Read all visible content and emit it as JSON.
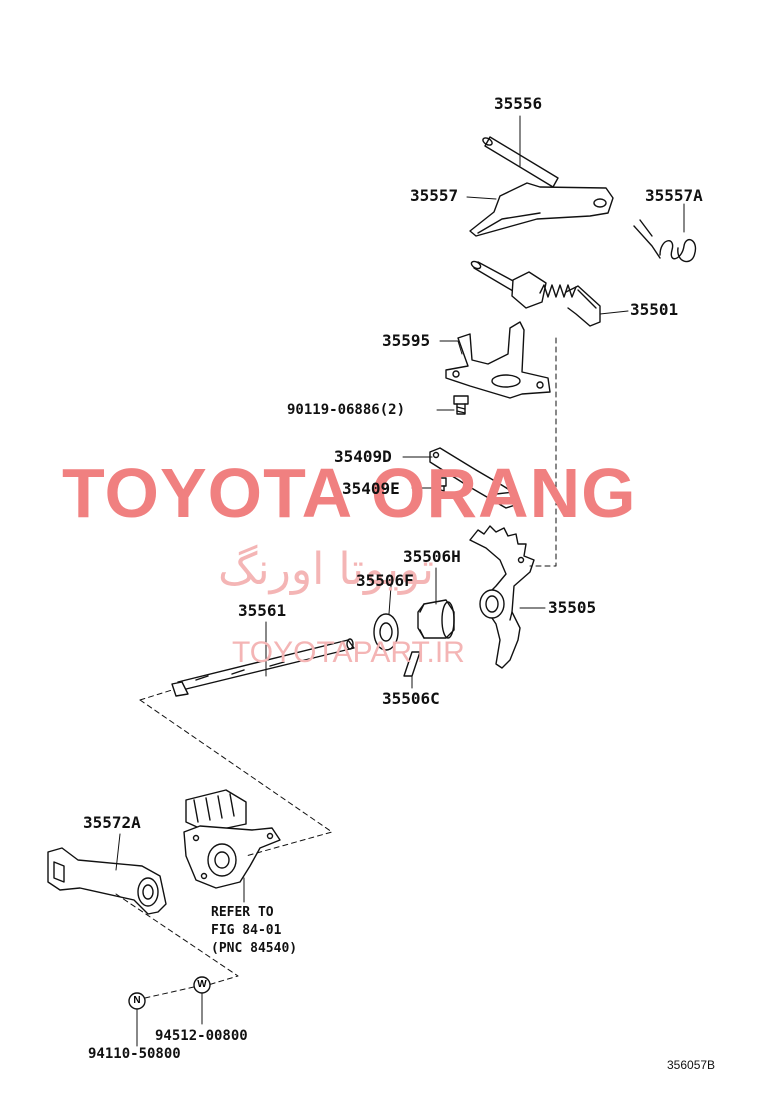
{
  "diagram": {
    "part_labels": {
      "p35556": "35556",
      "p35557": "35557",
      "p35557A": "35557A",
      "p35501": "35501",
      "p35595": "35595",
      "p90119": "90119-06886(2)",
      "p35409D": "35409D",
      "p35409E": "35409E",
      "p35506H": "35506H",
      "p35506F": "35506F",
      "p35505": "35505",
      "p35561": "35561",
      "p35506C": "35506C",
      "p35572A": "35572A",
      "p94512": "94512-00800",
      "p94110": "94110-50800"
    },
    "fastener_marks": {
      "n": "N",
      "w": "W"
    },
    "refer_note": [
      "REFER TO",
      "FIG 84-01",
      "(PNC 84540)"
    ],
    "diagram_id": "356057B"
  },
  "watermark": {
    "main": "TOYOTA ORANG",
    "persian": "تویوتا اورنگ",
    "url": "TOYOTAPART.IR",
    "color_main": "#f08080",
    "color_faint": "#f4b5b5"
  },
  "colors": {
    "ink": "#111111",
    "background": "#ffffff"
  }
}
